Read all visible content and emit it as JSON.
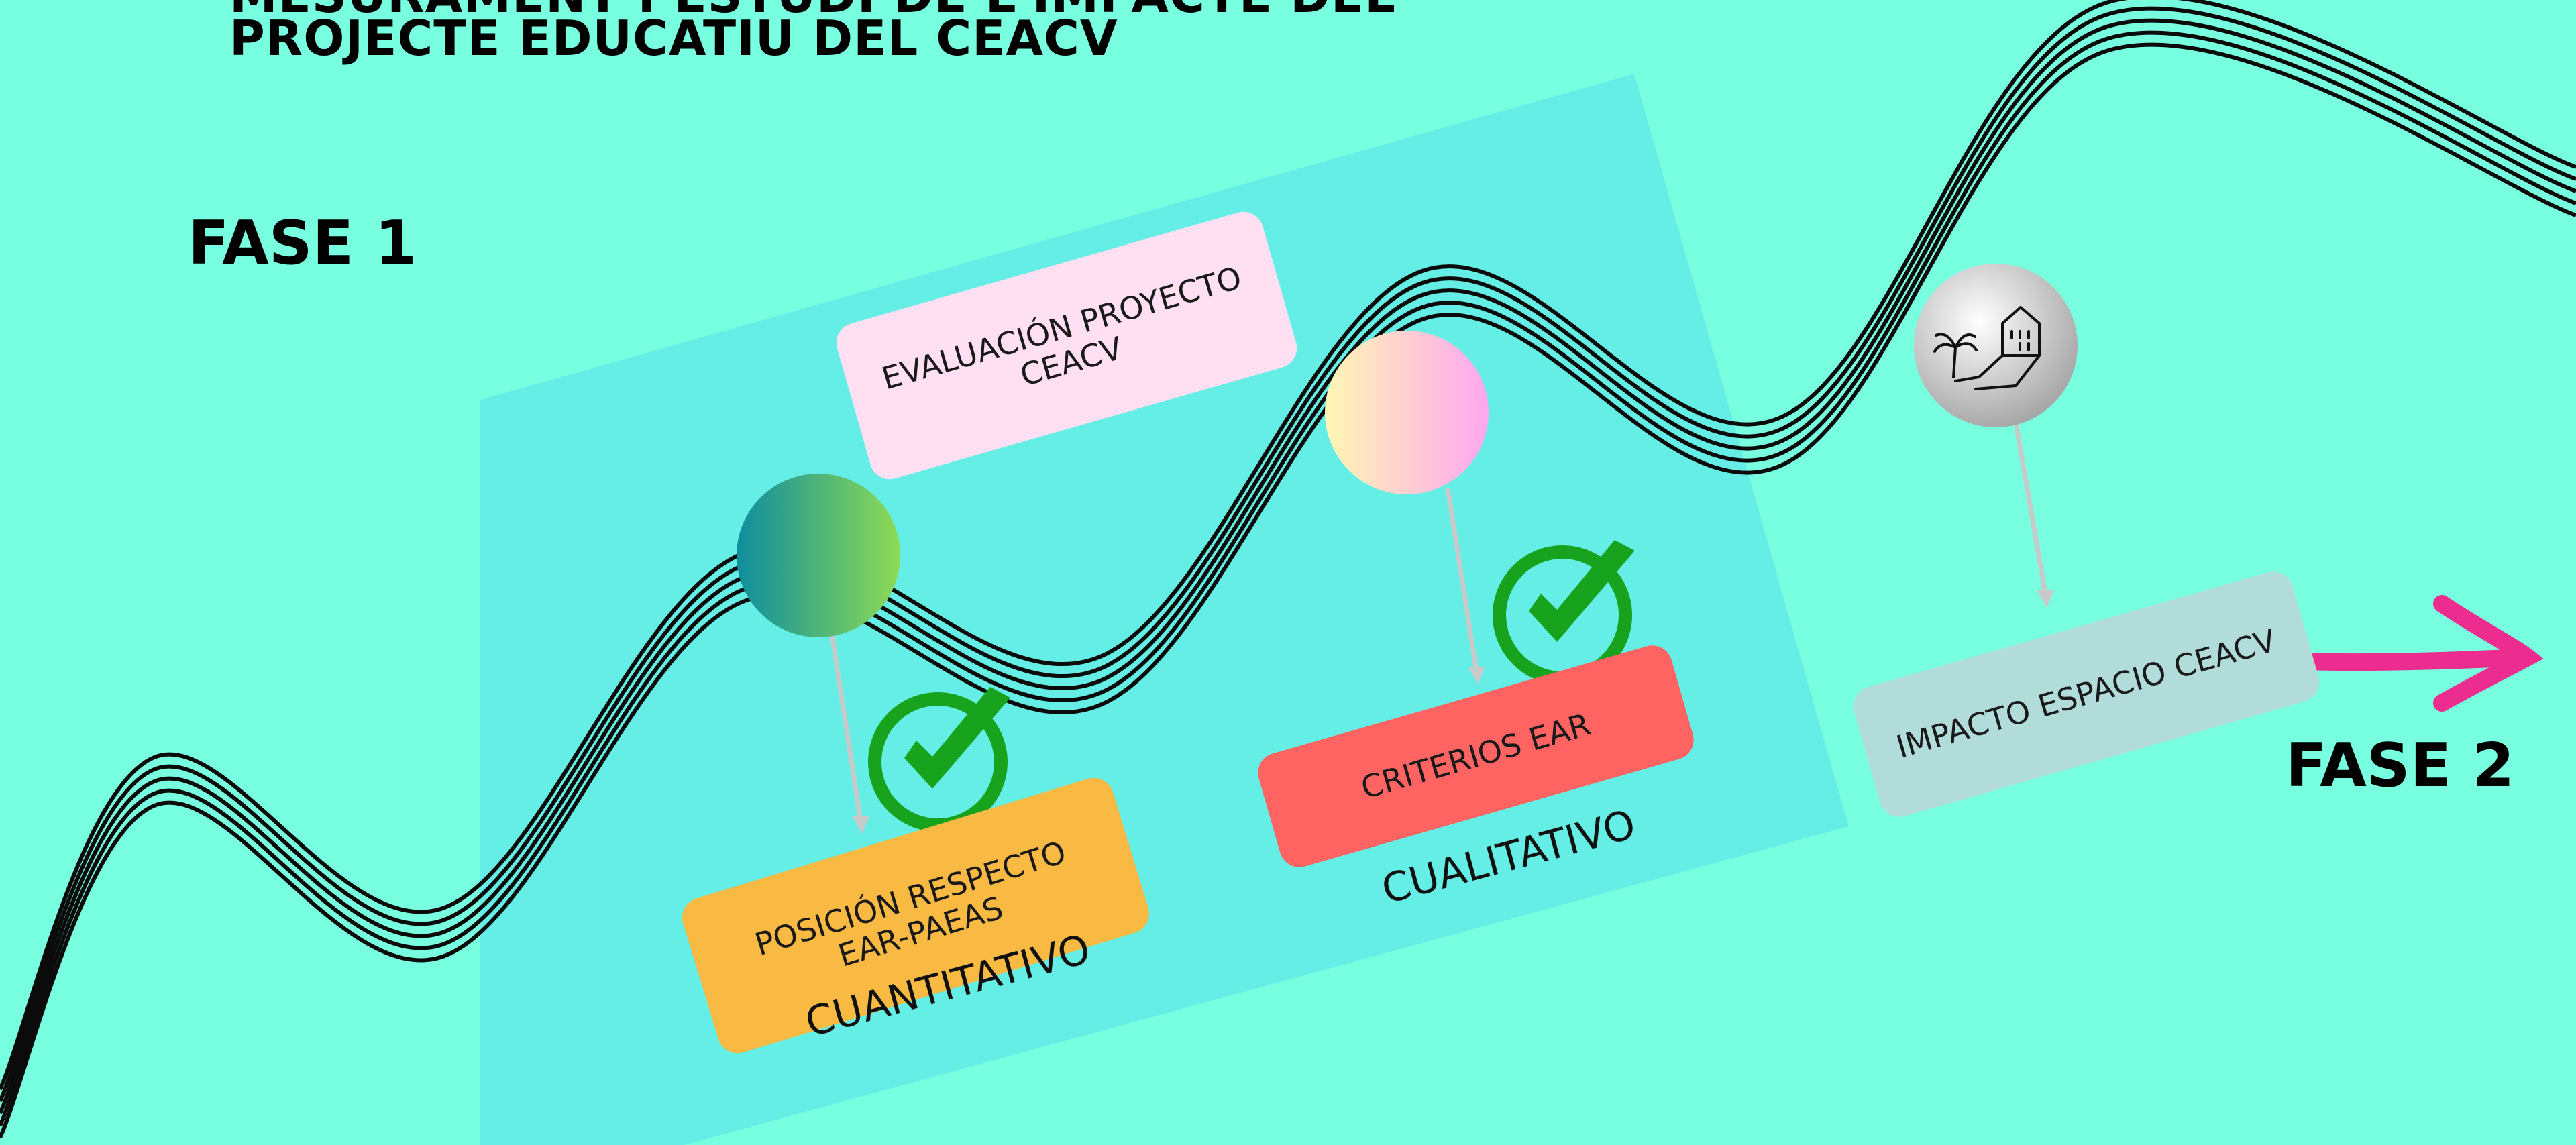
{
  "title": {
    "line1": "MESURAMENT I ESTUDI DE L'IMPACTE DEL",
    "line2": "PROJECTE EDUCATIU DEL CEACV"
  },
  "phases": {
    "phase1": "FASE 1",
    "phase2": "FASE 2"
  },
  "cards": {
    "evaluation": "EVALUACIÓN PROYECTO CEACV",
    "position": "POSICIÓN RESPECTO EAR-PAEAS",
    "criteria": "CRITERIOS EAR",
    "impact": "IMPACTO ESPACIO CEACV"
  },
  "methods": {
    "quantitative": "CUANTITATIVO",
    "qualitative": "CUALITATIVO"
  },
  "colors": {
    "background": "#78FFE0",
    "panel": "#65EEE6",
    "card_evaluation": "#FFDFF2",
    "card_position": "#F9BA43",
    "card_criteria": "#FF6462",
    "card_impact": "#B1DCD9",
    "check": "#17A31E",
    "arrow": "#EC2C8F"
  },
  "icons": {
    "node1": "gradient-circle",
    "node2": "gradient-circle",
    "node3": "house-palm-icon",
    "check": "checkmark-icon",
    "arrow": "arrow-right-icon"
  }
}
